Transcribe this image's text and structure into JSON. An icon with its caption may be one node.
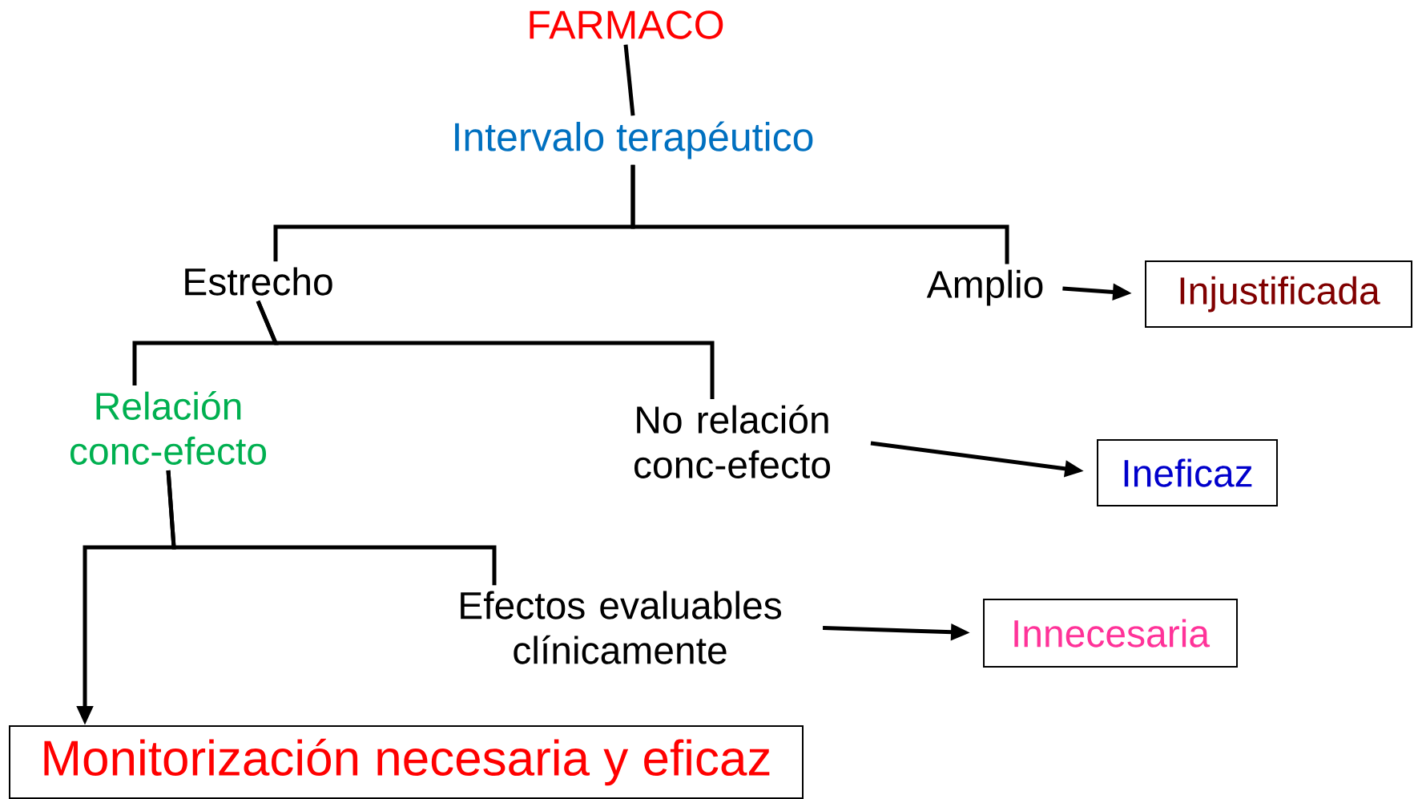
{
  "diagram": {
    "nodes": [
      {
        "text": [
          "FARMACO"
        ]
      },
      {
        "text": [
          "Intervalo terapéutico"
        ]
      },
      {
        "text": [
          "Estrecho"
        ]
      },
      {
        "text": [
          "Amplio"
        ]
      },
      {
        "text": [
          "Injustificada"
        ]
      },
      {
        "text": [
          "Relación conc-efecto"
        ]
      },
      {
        "text": [
          "No relación conc-efecto"
        ]
      },
      {
        "text": [
          "Ineficaz"
        ]
      },
      {
        "text": [
          "Efectos evaluables clínicamente"
        ]
      },
      {
        "text": [
          "Innecesaria"
        ]
      },
      {
        "text": [
          "Monitorización necesaria y eficaz"
        ]
      }
    ],
    "edges": [
      {
        "from": 0,
        "to": 1,
        "arrow": "none"
      },
      {
        "from": 1,
        "to": 2,
        "arrow": "none"
      },
      {
        "from": 1,
        "to": 3,
        "arrow": "none"
      },
      {
        "from": 3,
        "to": 4,
        "arrow": "to"
      },
      {
        "from": 2,
        "to": 5,
        "arrow": "none"
      },
      {
        "from": 2,
        "to": 6,
        "arrow": "none"
      },
      {
        "from": 6,
        "to": 7,
        "arrow": "to"
      },
      {
        "from": 5,
        "to": 10,
        "arrow": "to"
      },
      {
        "from": 5,
        "to": 8,
        "arrow": "none"
      },
      {
        "from": 8,
        "to": 9,
        "arrow": "to"
      }
    ]
  }
}
